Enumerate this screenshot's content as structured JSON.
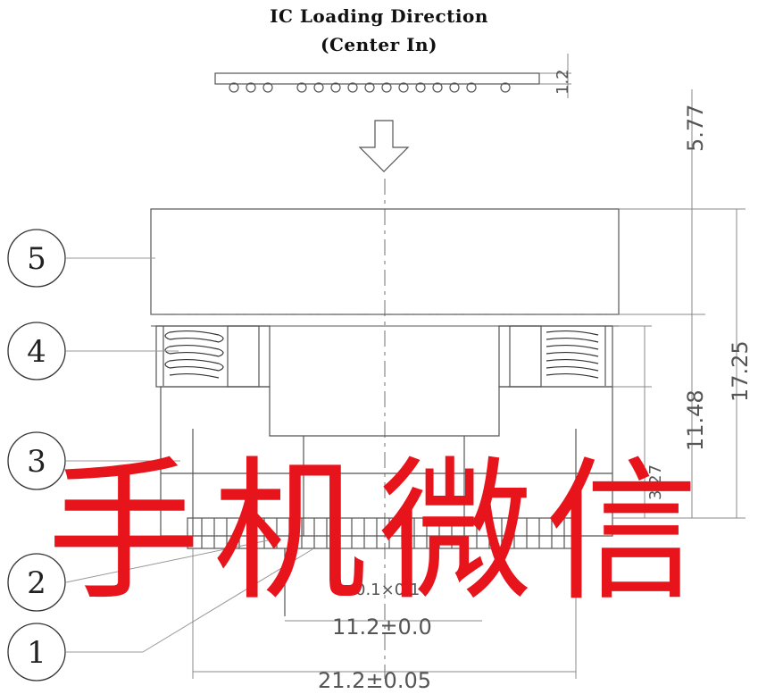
{
  "title": {
    "line1": "IC Loading Direction",
    "line2": "(Center In)"
  },
  "callouts": [
    "1",
    "2",
    "3",
    "4",
    "5"
  ],
  "dimensions": {
    "ic_thickness": "1.2",
    "top_gap": "5.77",
    "overall_height": "17.25",
    "lower_height": "11.48",
    "small_height": "3.27",
    "pitch": "0.1×0.1",
    "inner_width": "11.2±0.0",
    "overall_width": "21.2±0.05"
  },
  "watermark": "手机微信",
  "colors": {
    "line": "#555555",
    "dim_line": "#888888",
    "watermark": "#e8141c"
  }
}
